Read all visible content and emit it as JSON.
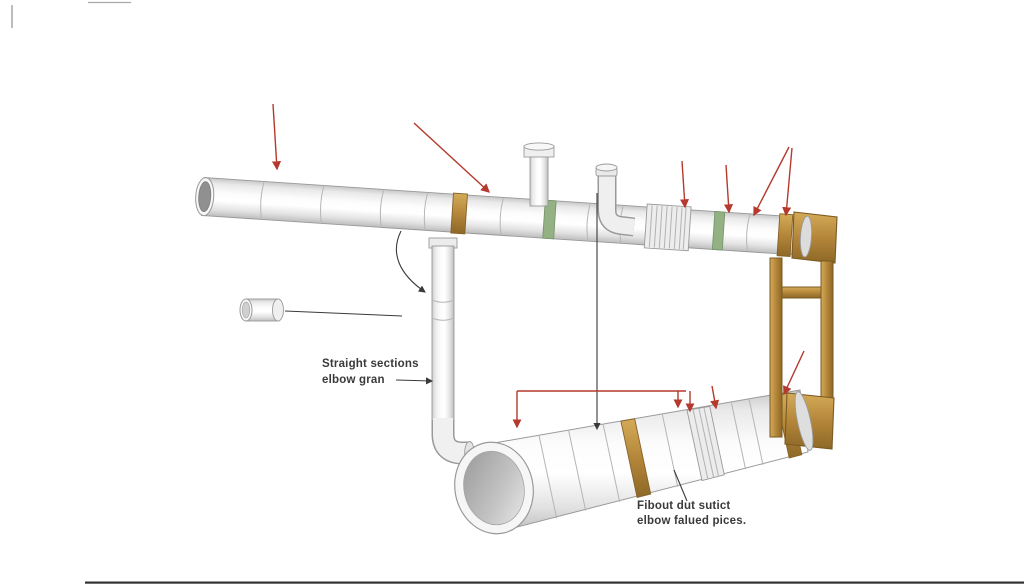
{
  "diagram": {
    "type": "technical-illustration",
    "subject": "Duct and pipe assembly with straight sections, elbows, couplers and mounting frame",
    "annotations": {
      "note_left": {
        "line1": "Straight sections",
        "line2": "elbow gran"
      },
      "note_bottom": {
        "line1": "Fibout dut sutict",
        "line2": "elbow falued pices."
      }
    },
    "colors": {
      "background": "#ffffff",
      "pipe_light": "#f2f2f2",
      "pipe_outline": "#9a9a9a",
      "band_gold": "#b4863a",
      "band_green": "#93b183",
      "arrow_red": "#b5392c",
      "annotation_black": "#3a3a3a"
    }
  }
}
